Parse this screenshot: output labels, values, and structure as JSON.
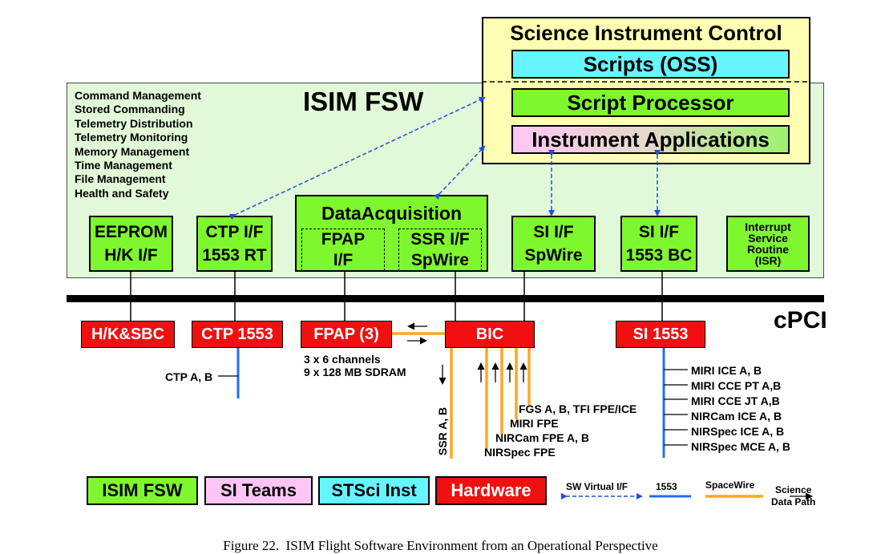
{
  "isim_fsw": {
    "title": "ISIM FSW",
    "functions": [
      "Command Management",
      "Stored Commanding",
      "Telemetry Distribution",
      "Telemetry Monitoring",
      "Memory Management",
      "Time Management",
      "File Management",
      "Health and Safety"
    ]
  },
  "sic": {
    "title": "Science Instrument Control",
    "scripts": "Scripts (OSS)",
    "script_processor": "Script Processor",
    "instrument_apps": "Instrument Applications"
  },
  "modules": {
    "eeprom": [
      "EEPROM",
      "H/K I/F"
    ],
    "ctp": [
      "CTP I/F",
      "1553 RT"
    ],
    "data_acq": {
      "title": "DataAcquisition",
      "fpap": [
        "FPAP",
        "I/F"
      ],
      "ssr": [
        "SSR I/F",
        "SpWire"
      ]
    },
    "si_spw": [
      "SI I/F",
      "SpWire"
    ],
    "si_1553": [
      "SI I/F",
      "1553 BC"
    ],
    "isr": [
      "Interrupt",
      "Service",
      "Routine",
      "(ISR)"
    ]
  },
  "bus": {
    "label": "cPCI"
  },
  "hardware": {
    "hk_sbc": "H/K&SBC",
    "ctp_1553": "CTP 1553",
    "fpap3": "FPAP (3)",
    "bic": "BIC",
    "si_1553": "SI 1553"
  },
  "labels": {
    "ctp_ab": "CTP A, B",
    "fpap_spec": [
      "3 x 6 channels",
      "9 x 128 MB SDRAM"
    ],
    "ssr_ab": "SSR A, B",
    "fgs": "FGS A, B, TFI FPE/ICE",
    "miri_fpe": "MIRI FPE",
    "nircam_fpe": "NIRCam FPE A, B",
    "nirspec_fpe": "NIRSpec FPE",
    "si_list": [
      "MIRI ICE A, B",
      "MIRI CCE PT A,B",
      "MIRI CCE JT A,B",
      "NIRCam ICE A, B",
      "NIRSpec ICE A, B",
      "NIRSpec MCE A, B"
    ]
  },
  "legend": {
    "isim_fsw": "ISIM FSW",
    "si_teams": "SI Teams",
    "stsci_inst": "STSci Inst",
    "hardware": "Hardware",
    "sw_virtual": "SW Virtual I/F",
    "l1553": "1553",
    "spacewire": "SpaceWire",
    "science_data_path": [
      "Science",
      "Data Path"
    ]
  },
  "caption": "Figure 22.  ISIM Flight Software Environment from an Operational Perspective",
  "colors": {
    "fsw_green": "#7ff72f",
    "panel_green": "#e1f9d8",
    "sic_yellow": "#ffffb3",
    "cyan": "#66f5ff",
    "pink": "#ffc6f5",
    "red": "#f01010",
    "orange": "#ffa526",
    "blue": "#1f6ff0"
  }
}
